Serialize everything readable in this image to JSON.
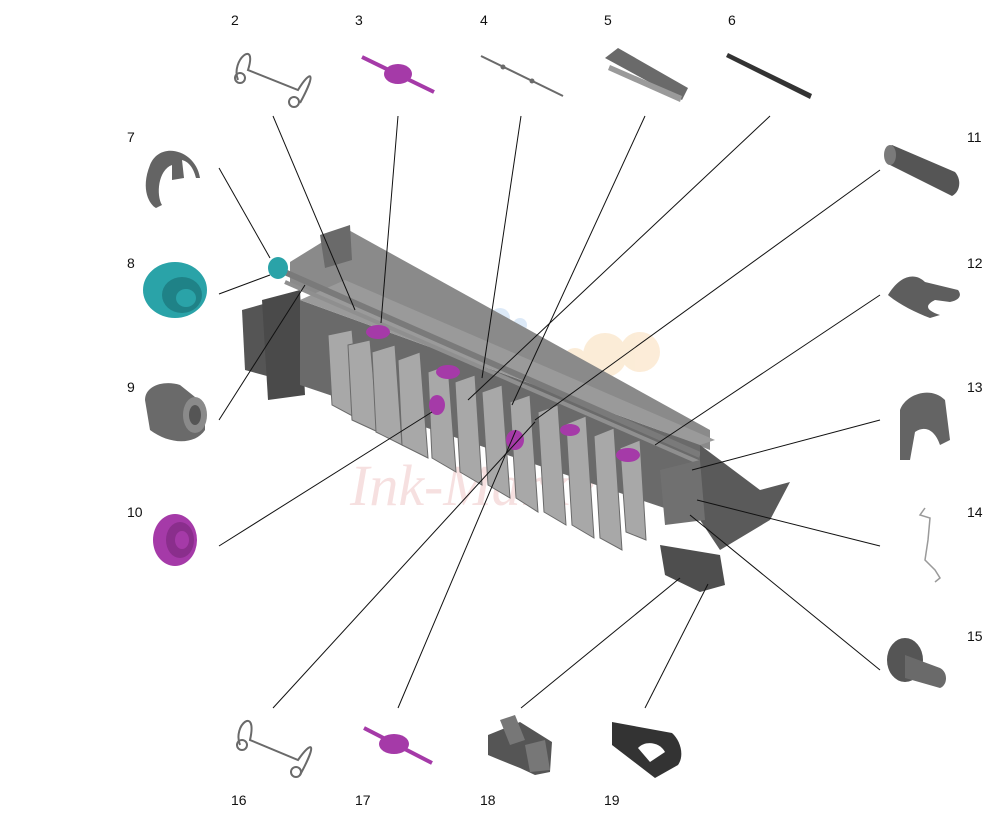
{
  "diagram": {
    "type": "exploded-parts-view",
    "watermark_text": "Ink-Market",
    "colors": {
      "part_gray": "#5f5f5f",
      "part_light_gray": "#8a8a8a",
      "part_magenta": "#a53aa8",
      "part_teal": "#2aa3a8",
      "leader_line": "#111111"
    },
    "callouts": [
      {
        "id": "2",
        "label": "2"
      },
      {
        "id": "3",
        "label": "3"
      },
      {
        "id": "4",
        "label": "4"
      },
      {
        "id": "5",
        "label": "5"
      },
      {
        "id": "6",
        "label": "6"
      },
      {
        "id": "7",
        "label": "7"
      },
      {
        "id": "8",
        "label": "8"
      },
      {
        "id": "9",
        "label": "9"
      },
      {
        "id": "10",
        "label": "10"
      },
      {
        "id": "11",
        "label": "11"
      },
      {
        "id": "12",
        "label": "12"
      },
      {
        "id": "13",
        "label": "13"
      },
      {
        "id": "14",
        "label": "14"
      },
      {
        "id": "15",
        "label": "15"
      },
      {
        "id": "16",
        "label": "16"
      },
      {
        "id": "17",
        "label": "17"
      },
      {
        "id": "18",
        "label": "18"
      },
      {
        "id": "19",
        "label": "19"
      }
    ]
  }
}
